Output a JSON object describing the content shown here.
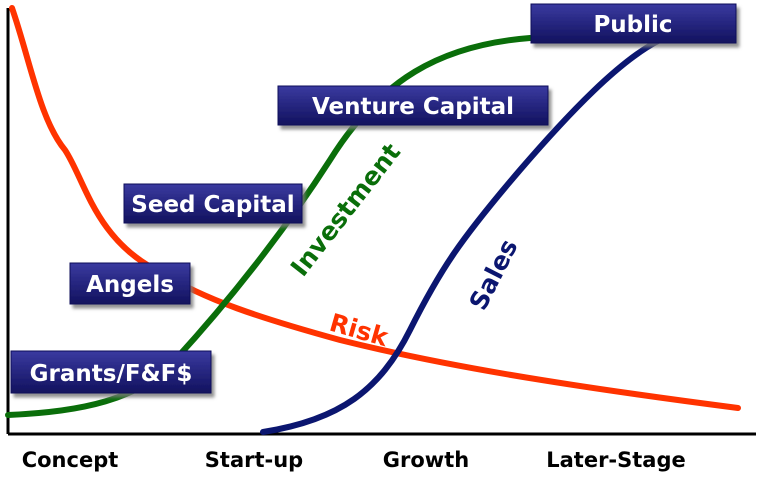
{
  "funding_stages": [
    {
      "label": "Public"
    },
    {
      "label": "Venture Capital"
    },
    {
      "label": "Seed Capital"
    },
    {
      "label": "Angels"
    },
    {
      "label": "Grants/F&F$"
    }
  ],
  "curves": [
    {
      "label": "Investment",
      "color": "#0a6e0a"
    },
    {
      "label": "Sales",
      "color": "#0b1670"
    },
    {
      "label": "Risk",
      "color": "#ff3300"
    }
  ],
  "x_axis_stages": [
    {
      "label": "Concept"
    },
    {
      "label": "Start-up"
    },
    {
      "label": "Growth"
    },
    {
      "label": "Later-Stage"
    }
  ],
  "colors": {
    "box_fill_top": "#3a3aa0",
    "box_fill_bottom": "#12125e",
    "box_text": "#ffffff",
    "axis": "#000000"
  }
}
